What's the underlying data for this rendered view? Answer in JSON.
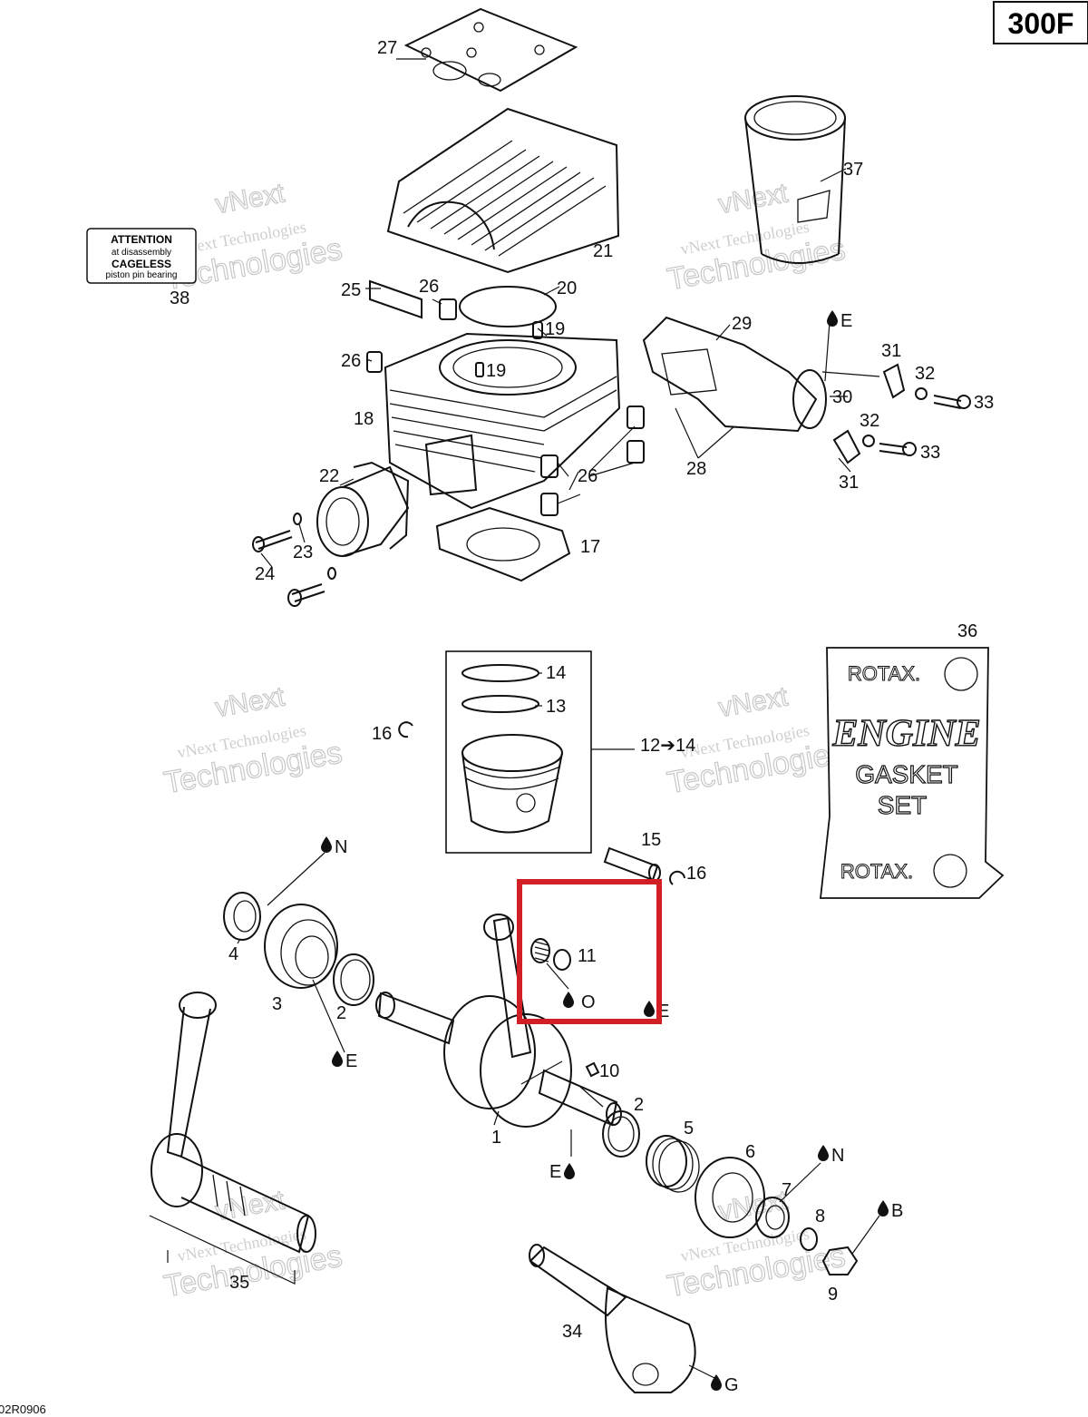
{
  "diagram_code": "300F",
  "footer_code": "02R0906",
  "watermark": {
    "line1": "vNext",
    "line2": "vNext Technologies",
    "line3": "Technologies"
  },
  "attention_label": {
    "line1": "ATTENTION",
    "line2": "at disassembly",
    "line3": "CAGELESS",
    "line4": "piston pin bearing"
  },
  "gasket_set": {
    "brand": "ROTAX.",
    "line1": "ENGINE",
    "line2": "GASKET",
    "line3": "SET"
  },
  "callouts": {
    "p1": "1",
    "p2a": "2",
    "p2b": "2",
    "p3": "3",
    "p4": "4",
    "p5": "5",
    "p6": "6",
    "p7": "7",
    "p8": "8",
    "p9": "9",
    "p10": "10",
    "p11": "11",
    "p12": "12➔14",
    "p13": "13",
    "p14": "14",
    "p15": "15",
    "p16a": "16",
    "p16b": "16",
    "p17": "17",
    "p18": "18",
    "p19a": "19",
    "p19b": "19",
    "p20": "20",
    "p21": "21",
    "p22": "22",
    "p23": "23",
    "p24": "24",
    "p25": "25",
    "p26a": "26",
    "p26b": "26",
    "p26c": "26",
    "p27": "27",
    "p28": "28",
    "p29": "29",
    "p30": "30",
    "p31a": "31",
    "p31b": "31",
    "p32a": "32",
    "p32b": "32",
    "p33a": "33",
    "p33b": "33",
    "p34": "34",
    "p35": "35",
    "p36": "36",
    "p37": "37",
    "p38": "38"
  },
  "lubricant_codes": {
    "e_top": "E",
    "n_left": "N",
    "e_left": "E",
    "o_box": "O",
    "e_box": "E",
    "e_crank": "E",
    "n_right": "N",
    "b_right": "B",
    "g_bottom": "G"
  },
  "highlight": {
    "color": "#d21f26",
    "target_callout": "11"
  }
}
